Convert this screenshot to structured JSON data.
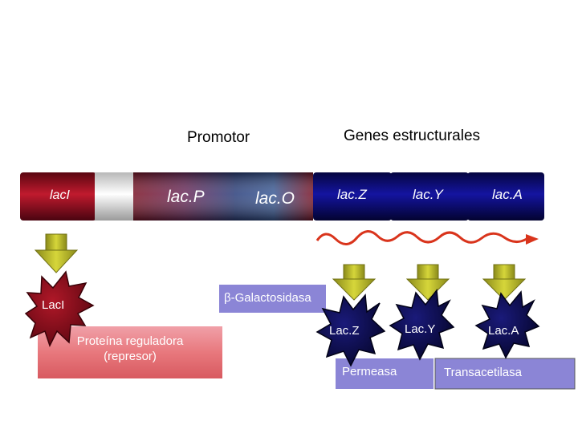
{
  "headings": {
    "promoter": "Promotor",
    "structural_genes": "Genes estructurales"
  },
  "genes": {
    "lacI": "lacI",
    "lacP": "lac.P",
    "lacO": "lac.O",
    "lacZ": "lac.Z",
    "lacY": "lac.Y",
    "lacA": "lac.A"
  },
  "proteins": {
    "lacI": "LacI",
    "lacZ": "Lac.Z",
    "lacY": "Lac.Y",
    "lacA": "Lac.A"
  },
  "boxes": {
    "beta_galactosidase": "β-Galactosidasa",
    "regulator_line1": "Proteína reguladora",
    "regulator_line2": "(represor)",
    "permease": "Permeasa",
    "transacetylase": "Transacetilasa"
  },
  "colors": {
    "lacI_gene": "#8b0a1a",
    "spacer": "#e6e6e6",
    "lacP_gene": "#9e1a30",
    "lacO_gene": "#2c4d86",
    "structural_genes": "#0a0a7a",
    "mrna": "#d9341c",
    "arrow": "#b5b52d",
    "lacI_star": "#8a0d20",
    "structural_star": "#0c0c54",
    "regulator_box": "#e8787d",
    "enzyme_box": "#8b85d6"
  }
}
